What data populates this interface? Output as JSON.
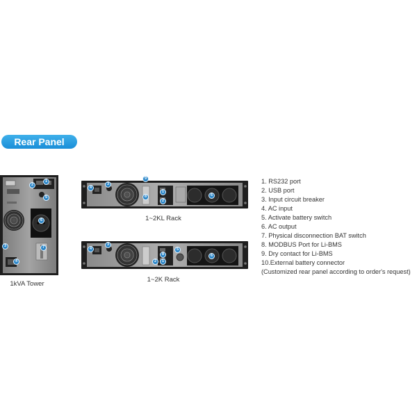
{
  "title": "Rear Panel",
  "units": [
    {
      "caption": "1kVA Tower"
    },
    {
      "caption": "1~2KL Rack"
    },
    {
      "caption": "1~2K Rack"
    }
  ],
  "legend": [
    "1. RS232 port",
    "2. USB port",
    "3. Input circuit breaker",
    "4. AC input",
    "5. Activate battery switch",
    "6. AC output",
    "7. Physical disconnection BAT switch",
    "8. MODBUS Port for Li-BMS",
    "9. Dry contact for Li-BMS",
    "10.External battery connector",
    "(Customized rear panel according to order's request)"
  ],
  "badges": {
    "tower": [
      "2",
      "1",
      "5",
      "6",
      "3",
      "7",
      "4"
    ],
    "rack_kl": [
      "4",
      "3",
      "9",
      "8",
      "1",
      "2",
      "6"
    ],
    "rack_k": [
      "4",
      "3",
      "8",
      "5",
      "1",
      "2",
      "6"
    ]
  },
  "colors": {
    "accent": "#1a8ed8",
    "badge": "#2b86c8",
    "chassis": "#1e1e1e",
    "panel": "#9a9a9a"
  }
}
